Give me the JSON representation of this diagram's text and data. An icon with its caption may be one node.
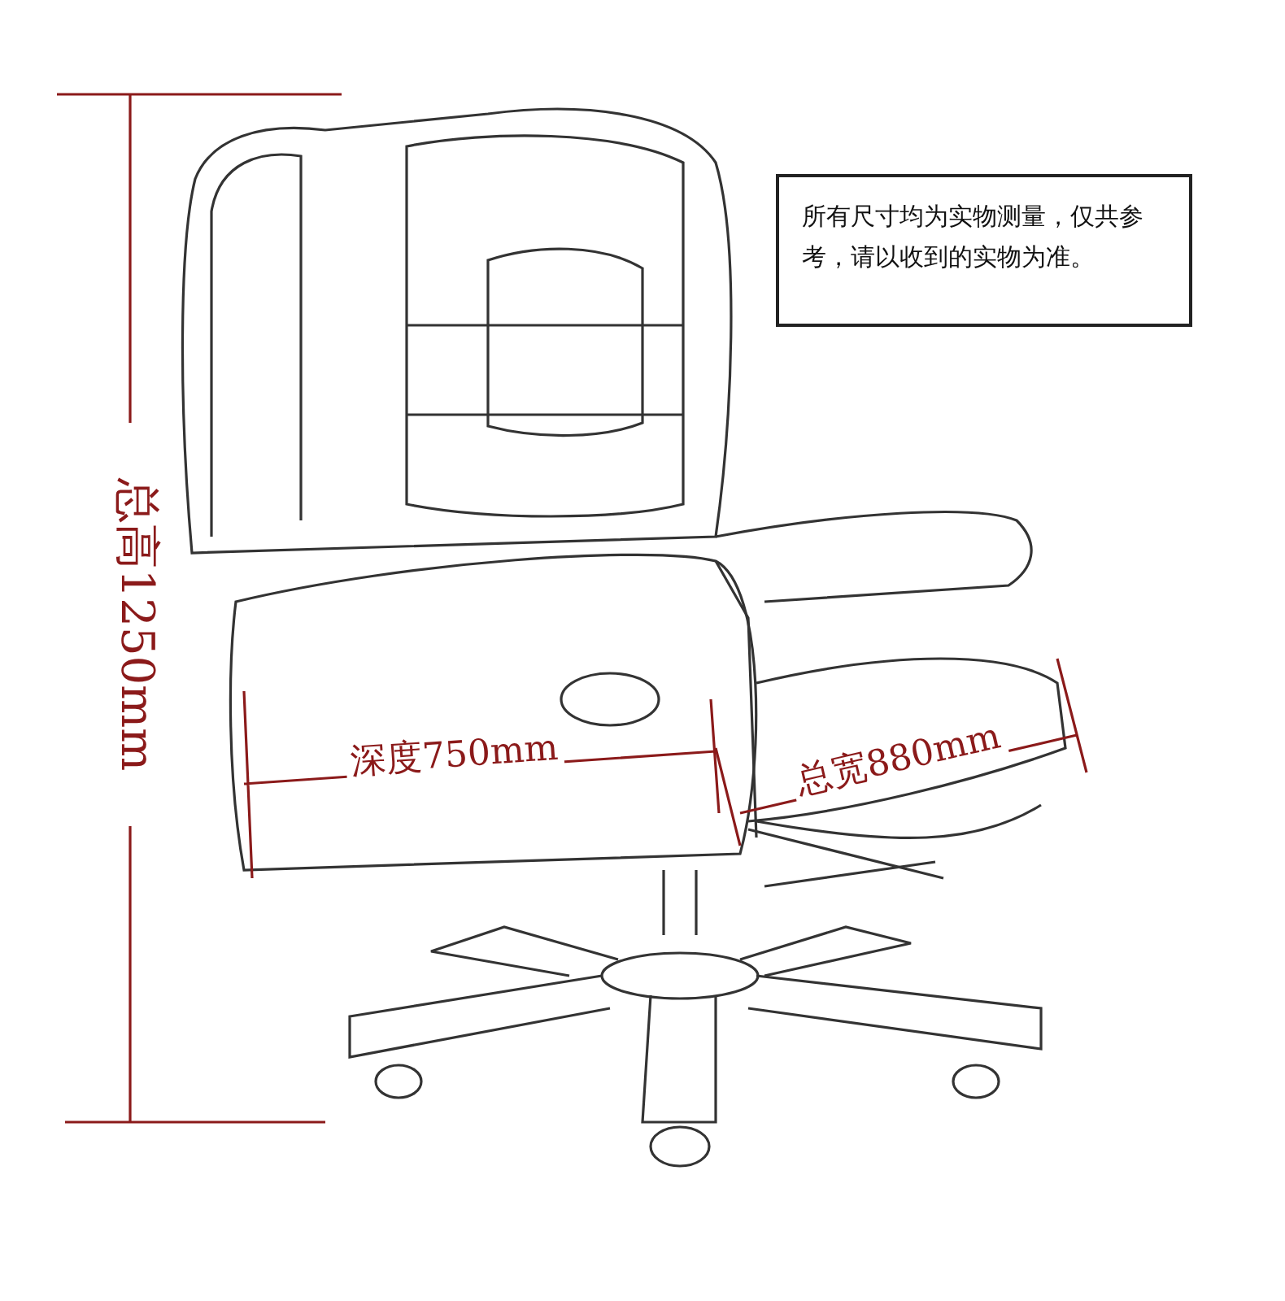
{
  "diagram": {
    "nodes": [
      {
        "text": [
          "所有尺寸均为实物测量，仅共参考，请以收到的实物为准。"
        ]
      }
    ],
    "labels": [
      "总高1250mm",
      "深度750mm",
      "总宽880mm"
    ]
  }
}
